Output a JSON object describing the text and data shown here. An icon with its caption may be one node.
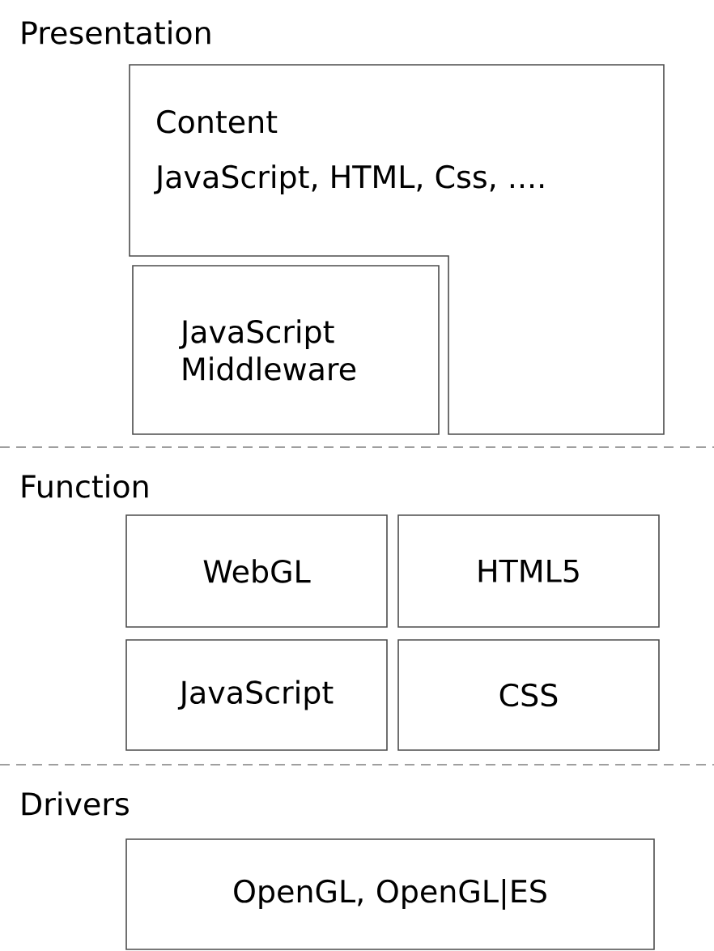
{
  "diagram": {
    "nodes": [
      {
        "text": [
          "Content",
          "JavaScript, HTML, Css, ...."
        ]
      },
      {
        "text": [
          "JavaScript Middleware"
        ]
      },
      {
        "text": [
          "WebGL"
        ]
      },
      {
        "text": [
          "HTML5"
        ]
      },
      {
        "text": [
          "JavaScript"
        ]
      },
      {
        "text": [
          "CSS"
        ]
      },
      {
        "text": [
          "OpenGL, OpenGL|ES"
        ]
      }
    ],
    "labels": [
      "Presentation",
      "Function",
      "Drivers"
    ]
  }
}
